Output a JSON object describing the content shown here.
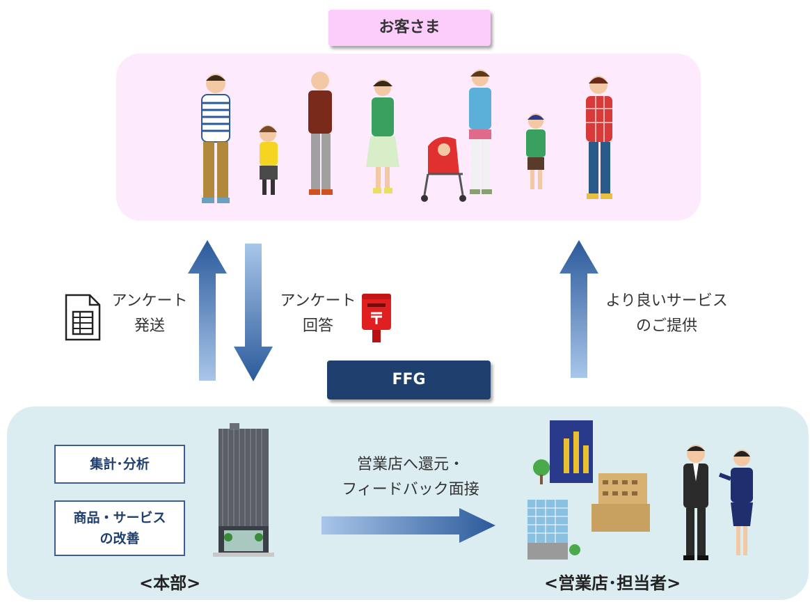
{
  "customers": {
    "title": "お客さま"
  },
  "ffg": {
    "title": "FFG"
  },
  "flows": {
    "send": [
      "アンケート",
      "発送"
    ],
    "reply": [
      "アンケート",
      "回答"
    ],
    "service": [
      "より良いサービス",
      "のご提供"
    ],
    "feedback": [
      "営業店へ還元・",
      "フィードバック面接"
    ]
  },
  "headquarters": {
    "boxes": [
      "集計･分析",
      "商品・サービス",
      "の改善"
    ],
    "label": "<本部>"
  },
  "branch": {
    "label": "<営業店･担当者>"
  },
  "colors": {
    "customer_bg": "#fdeafd",
    "customer_pill": "#fccdfa",
    "ffg_bg": "#dcedf2",
    "ffg_pill": "#1f3f6e",
    "arrow_dark": "#2b5a9a",
    "arrow_light": "#a9c6ea"
  }
}
